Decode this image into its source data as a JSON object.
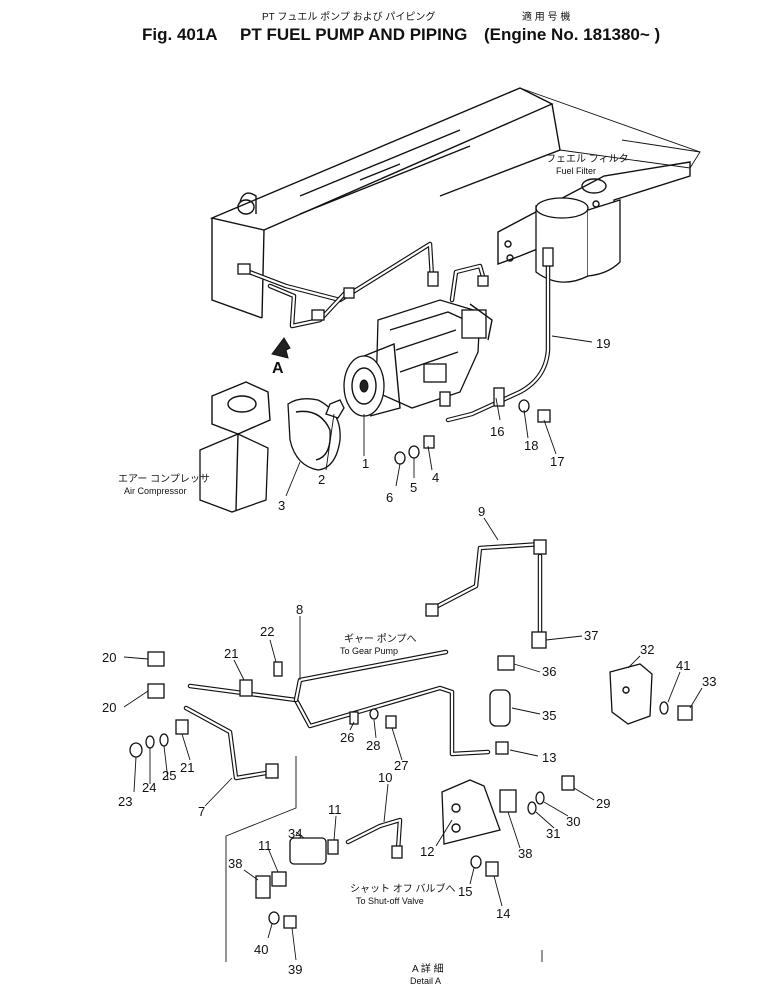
{
  "header": {
    "jp_title": "PT フュエル ポンプ および パイピング",
    "jp_applic": "適 用 号 機",
    "fig_label": "Fig. 401A",
    "title": "PT FUEL PUMP AND PIPING",
    "applicability": "(Engine No. 181380~ )"
  },
  "labels": {
    "fuel_filter_jp": "フェエル フィルタ",
    "fuel_filter": "Fuel Filter",
    "air_compressor_jp": "エアー コンプレッサ",
    "air_compressor": "Air Compressor",
    "gear_pump_jp": "ギャー ポンプへ",
    "gear_pump": "To Gear Pump",
    "shutoff_jp": "シャット オフ バルブへ",
    "shutoff": "To Shut-off Valve",
    "view_marker": "A",
    "detail_jp": "A 詳 細",
    "detail": "Detail A"
  },
  "callouts": [
    "1",
    "2",
    "3",
    "4",
    "5",
    "6",
    "7",
    "8",
    "9",
    "10",
    "11",
    "11",
    "12",
    "13",
    "14",
    "15",
    "16",
    "17",
    "18",
    "19",
    "20",
    "20",
    "21",
    "21",
    "22",
    "23",
    "24",
    "25",
    "26",
    "27",
    "28",
    "29",
    "30",
    "31",
    "32",
    "33",
    "34",
    "35",
    "36",
    "37",
    "38",
    "38",
    "39",
    "40",
    "41"
  ]
}
